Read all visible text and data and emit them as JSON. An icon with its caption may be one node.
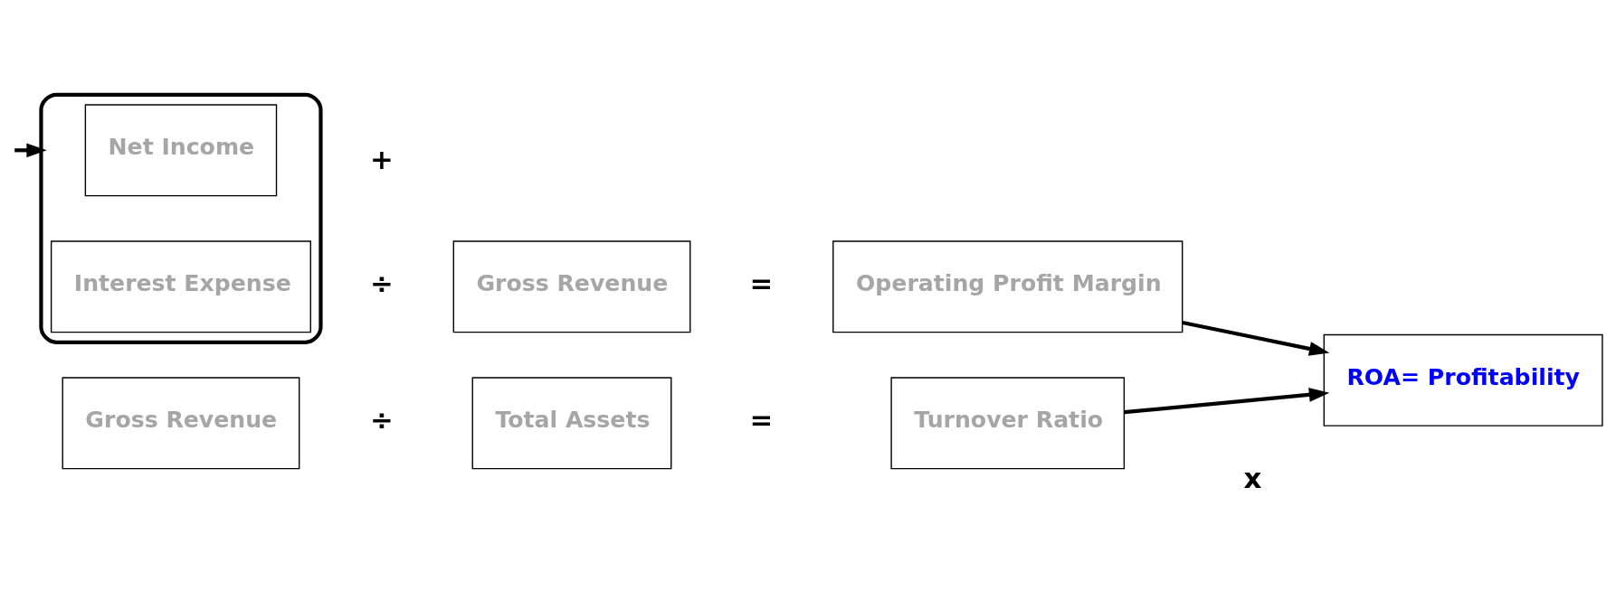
{
  "diagram": {
    "nodes": [
      {
        "text": [],
        "shape": "bracket"
      },
      {
        "text": [
          "Net Income"
        ],
        "in": 0
      },
      {
        "text": [
          "Interest Expense"
        ],
        "in": 0
      },
      {
        "text": [
          "Gross Revenue"
        ]
      },
      {
        "text": [
          "Operating Profit Margin"
        ]
      },
      {
        "text": [
          "ROA= Profitability"
        ]
      },
      {
        "text": [
          "Gross Revenue"
        ]
      },
      {
        "text": [
          "Total Assets"
        ]
      },
      {
        "text": [
          "Turnover Ratio"
        ]
      }
    ],
    "edges": [
      {
        "from": null,
        "to": 0,
        "arrow": "to"
      },
      {
        "from": 4,
        "to": 5,
        "arrow": "to"
      },
      {
        "from": 8,
        "to": 5,
        "arrow": "to"
      }
    ],
    "labels": [
      "+",
      "÷",
      "=",
      "x",
      "÷",
      "="
    ]
  }
}
